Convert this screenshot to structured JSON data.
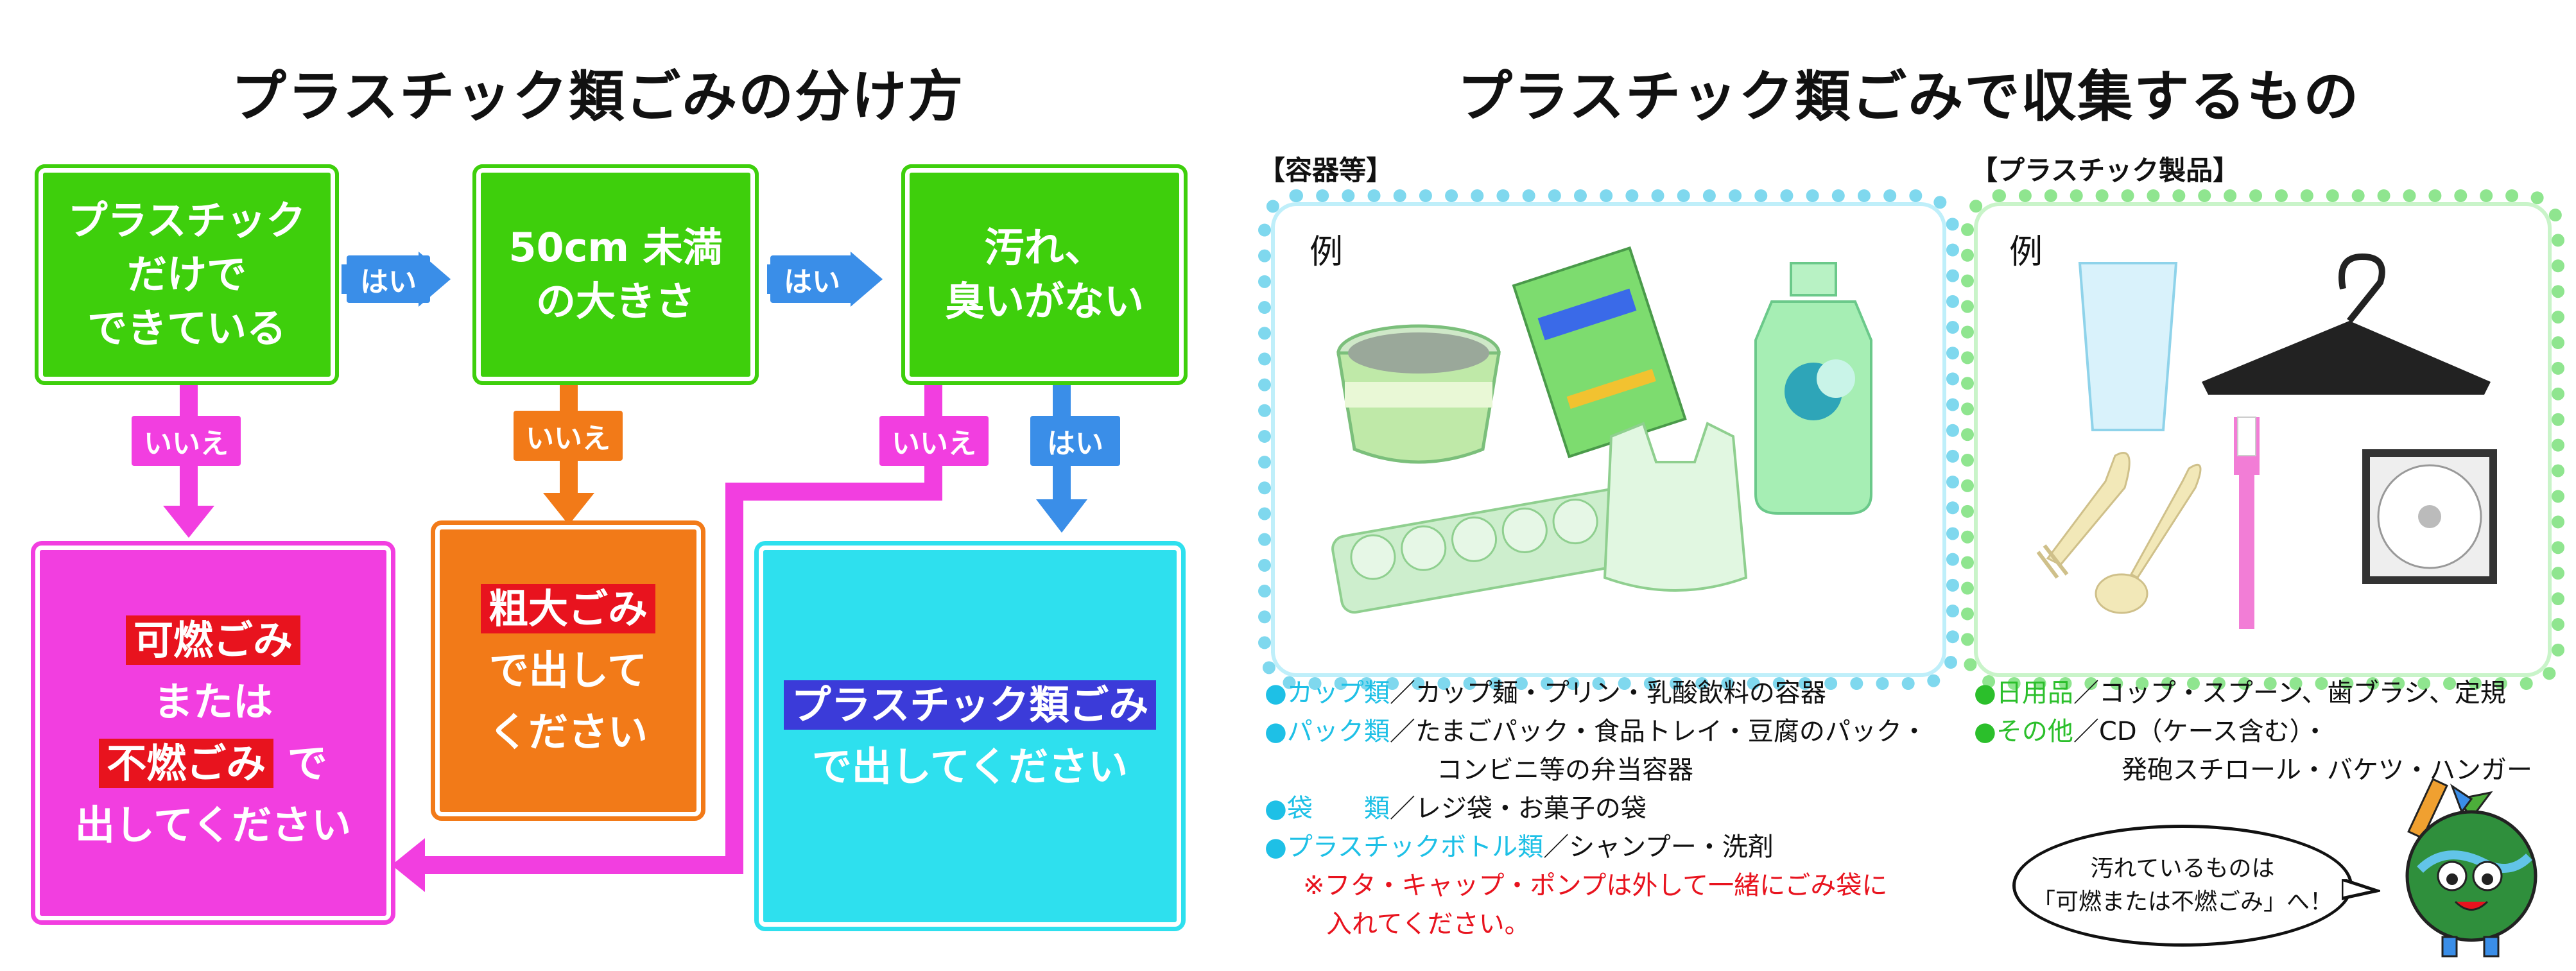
{
  "left_title": "プラスチック類ごみの分け方",
  "right_title": "プラスチック類ごみで収集するもの",
  "flow": {
    "step1": [
      "プラスチック",
      "だけで",
      "できている"
    ],
    "step2": [
      "50cm 未満",
      "の大きさ"
    ],
    "step3": [
      "汚れ、",
      "臭いがない"
    ],
    "yes": "はい",
    "no": "いいえ",
    "result_burnable": {
      "line1": "可燃ごみ",
      "line2": "または",
      "line3_hl": "不燃ごみ",
      "line3_rest": "で",
      "line4": "出してください"
    },
    "result_oversize": {
      "line1": "粗大ごみ",
      "line2": "で出して",
      "line3": "ください"
    },
    "result_plastic": {
      "line1": "プラスチック類ごみ",
      "line2": "で出してください"
    }
  },
  "containers": {
    "label": "【容器等】",
    "example": "例",
    "items": [
      {
        "category": "●カップ類",
        "desc": "／カップ麺・プリン・乳酸飲料の容器"
      },
      {
        "category": "●パック類",
        "desc": "／たまごパック・食品トレイ・豆腐のパック・"
      },
      {
        "category": "",
        "desc": "コンビニ等の弁当容器"
      },
      {
        "category": "●袋　　類",
        "desc": "／レジ袋・お菓子の袋"
      },
      {
        "category": "●プラスチックボトル類",
        "desc": "／シャンプー・洗剤"
      }
    ],
    "note1": "※フタ・キャップ・ポンプは外して一緒にごみ袋に",
    "note2": "入れてください。"
  },
  "products": {
    "label": "【プラスチック製品】",
    "example": "例",
    "items": [
      {
        "category": "●日用品",
        "desc": "／コップ・スプーン、歯ブラシ、定規"
      },
      {
        "category": "●その他",
        "desc": "／CD（ケース含む）・"
      },
      {
        "category": "",
        "desc": "発砲スチロール・バケツ・ハンガー"
      }
    ]
  },
  "bubble": {
    "line1": "汚れているものは",
    "line2": "「可燃または不燃ごみ」へ！"
  },
  "colors": {
    "green": "#3ecf0c",
    "blue_arrow": "#3a8ee8",
    "magenta": "#f23ee0",
    "orange": "#f27a18",
    "cyan": "#2ee0ee",
    "red": "#e8131e"
  }
}
